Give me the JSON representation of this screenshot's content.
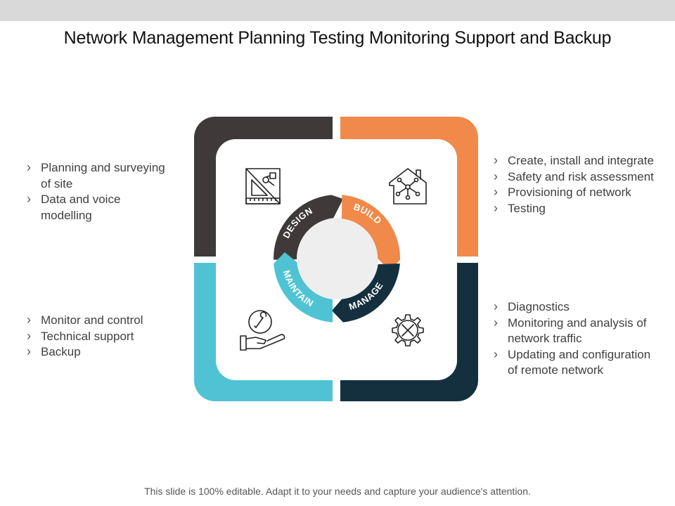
{
  "title": "Network Management Planning Testing Monitoring Support and Backup",
  "footer": "This slide is 100% editable. Adapt it to your needs and capture your audience's attention.",
  "colors": {
    "design": "#3f3939",
    "build": "#f0894a",
    "maintain": "#4fc3d3",
    "manage": "#14303f",
    "center": "#eeeeee"
  },
  "segments": {
    "design": "DESIGN",
    "build": "BUILD",
    "manage": "MANAGE",
    "maintain": "MAINTAIN"
  },
  "icons": {
    "design": "blueprint-ruler-icon",
    "build": "smart-home-network-icon",
    "maintain": "hand-wrench-support-icon",
    "manage": "gear-wrench-settings-icon"
  },
  "bullets": {
    "top_left": [
      "Planning and surveying of site",
      "Data and voice modelling"
    ],
    "top_right": [
      "Create, install and integrate",
      "Safety and risk assessment",
      "Provisioning of network",
      "Testing"
    ],
    "bottom_left": [
      "Monitor and control",
      "Technical support",
      "Backup"
    ],
    "bottom_right": [
      "Diagnostics",
      "Monitoring and analysis of network traffic",
      "Updating and configuration of remote network"
    ]
  }
}
